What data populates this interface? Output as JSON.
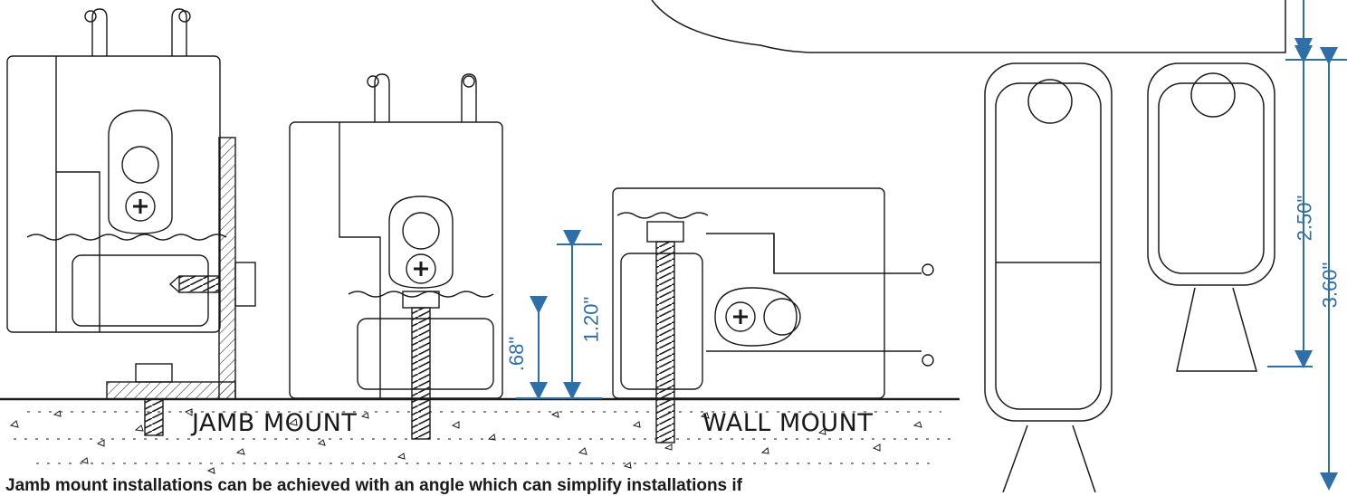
{
  "labels": {
    "jamb_mount": "JAMB MOUNT",
    "wall_mount": "WALL MOUNT"
  },
  "dimensions": {
    "d068": ".68\"",
    "d120": "1.20\"",
    "d250": "2.50\"",
    "d360": "3.60\""
  },
  "caption": "Jamb mount installations can be achieved with an angle which can simplify installations if",
  "colors": {
    "line": "#1a1a1a",
    "dimension": "#2e6fa8"
  }
}
